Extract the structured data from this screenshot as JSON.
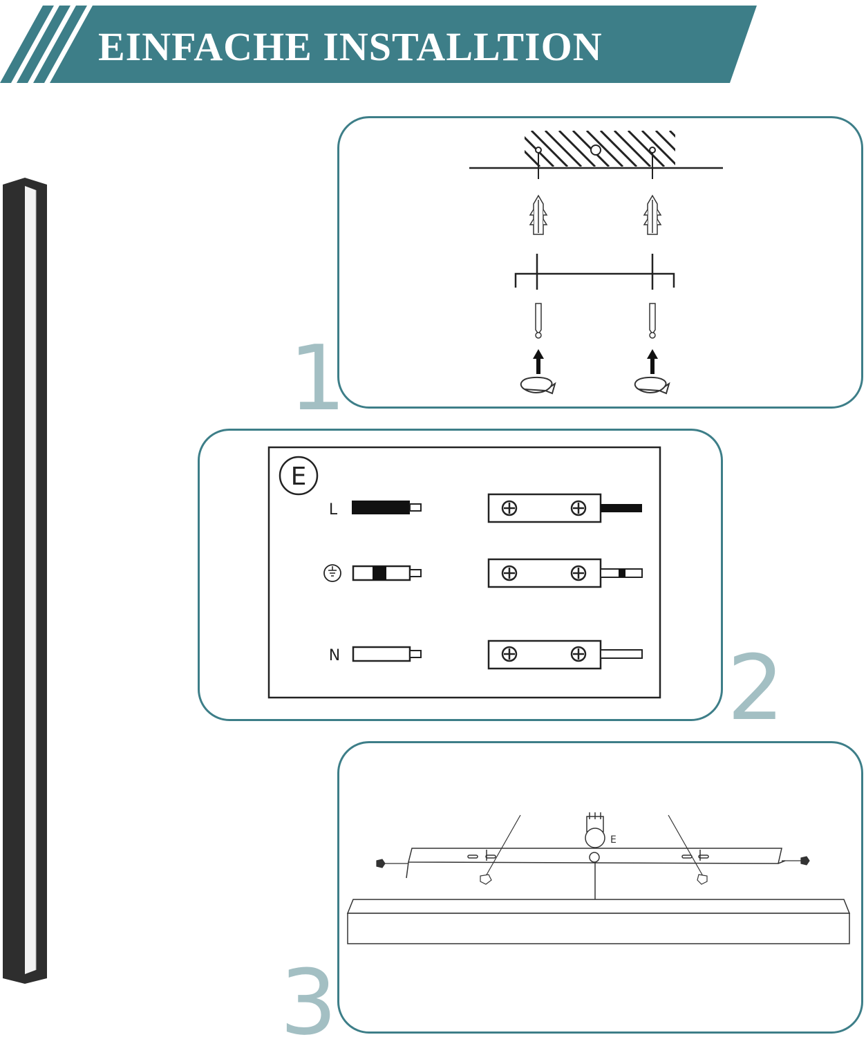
{
  "banner": {
    "title": "EINFACHE INSTALLTION",
    "color": "#3d7e88"
  },
  "steps": [
    {
      "number": "1"
    },
    {
      "number": "2"
    },
    {
      "number": "3"
    }
  ],
  "wiring": {
    "earth_symbol": "E",
    "rows": [
      {
        "label": "L"
      },
      {
        "label": "ground-symbol"
      },
      {
        "label": "N"
      }
    ]
  },
  "mounting": {
    "earth_label": "E"
  },
  "colors": {
    "accent": "#3d7e88",
    "step_number": "#a3bfc3",
    "lamp_body": "#2e2e2e",
    "lamp_diffuser": "#f2f2f2"
  },
  "icons": [
    "ceiling-hatch-icon",
    "wall-plug-icon",
    "screw-icon",
    "arrow-up-icon",
    "rotate-icon",
    "terminal-block-icon",
    "ground-symbol-icon",
    "lamp-icon"
  ]
}
